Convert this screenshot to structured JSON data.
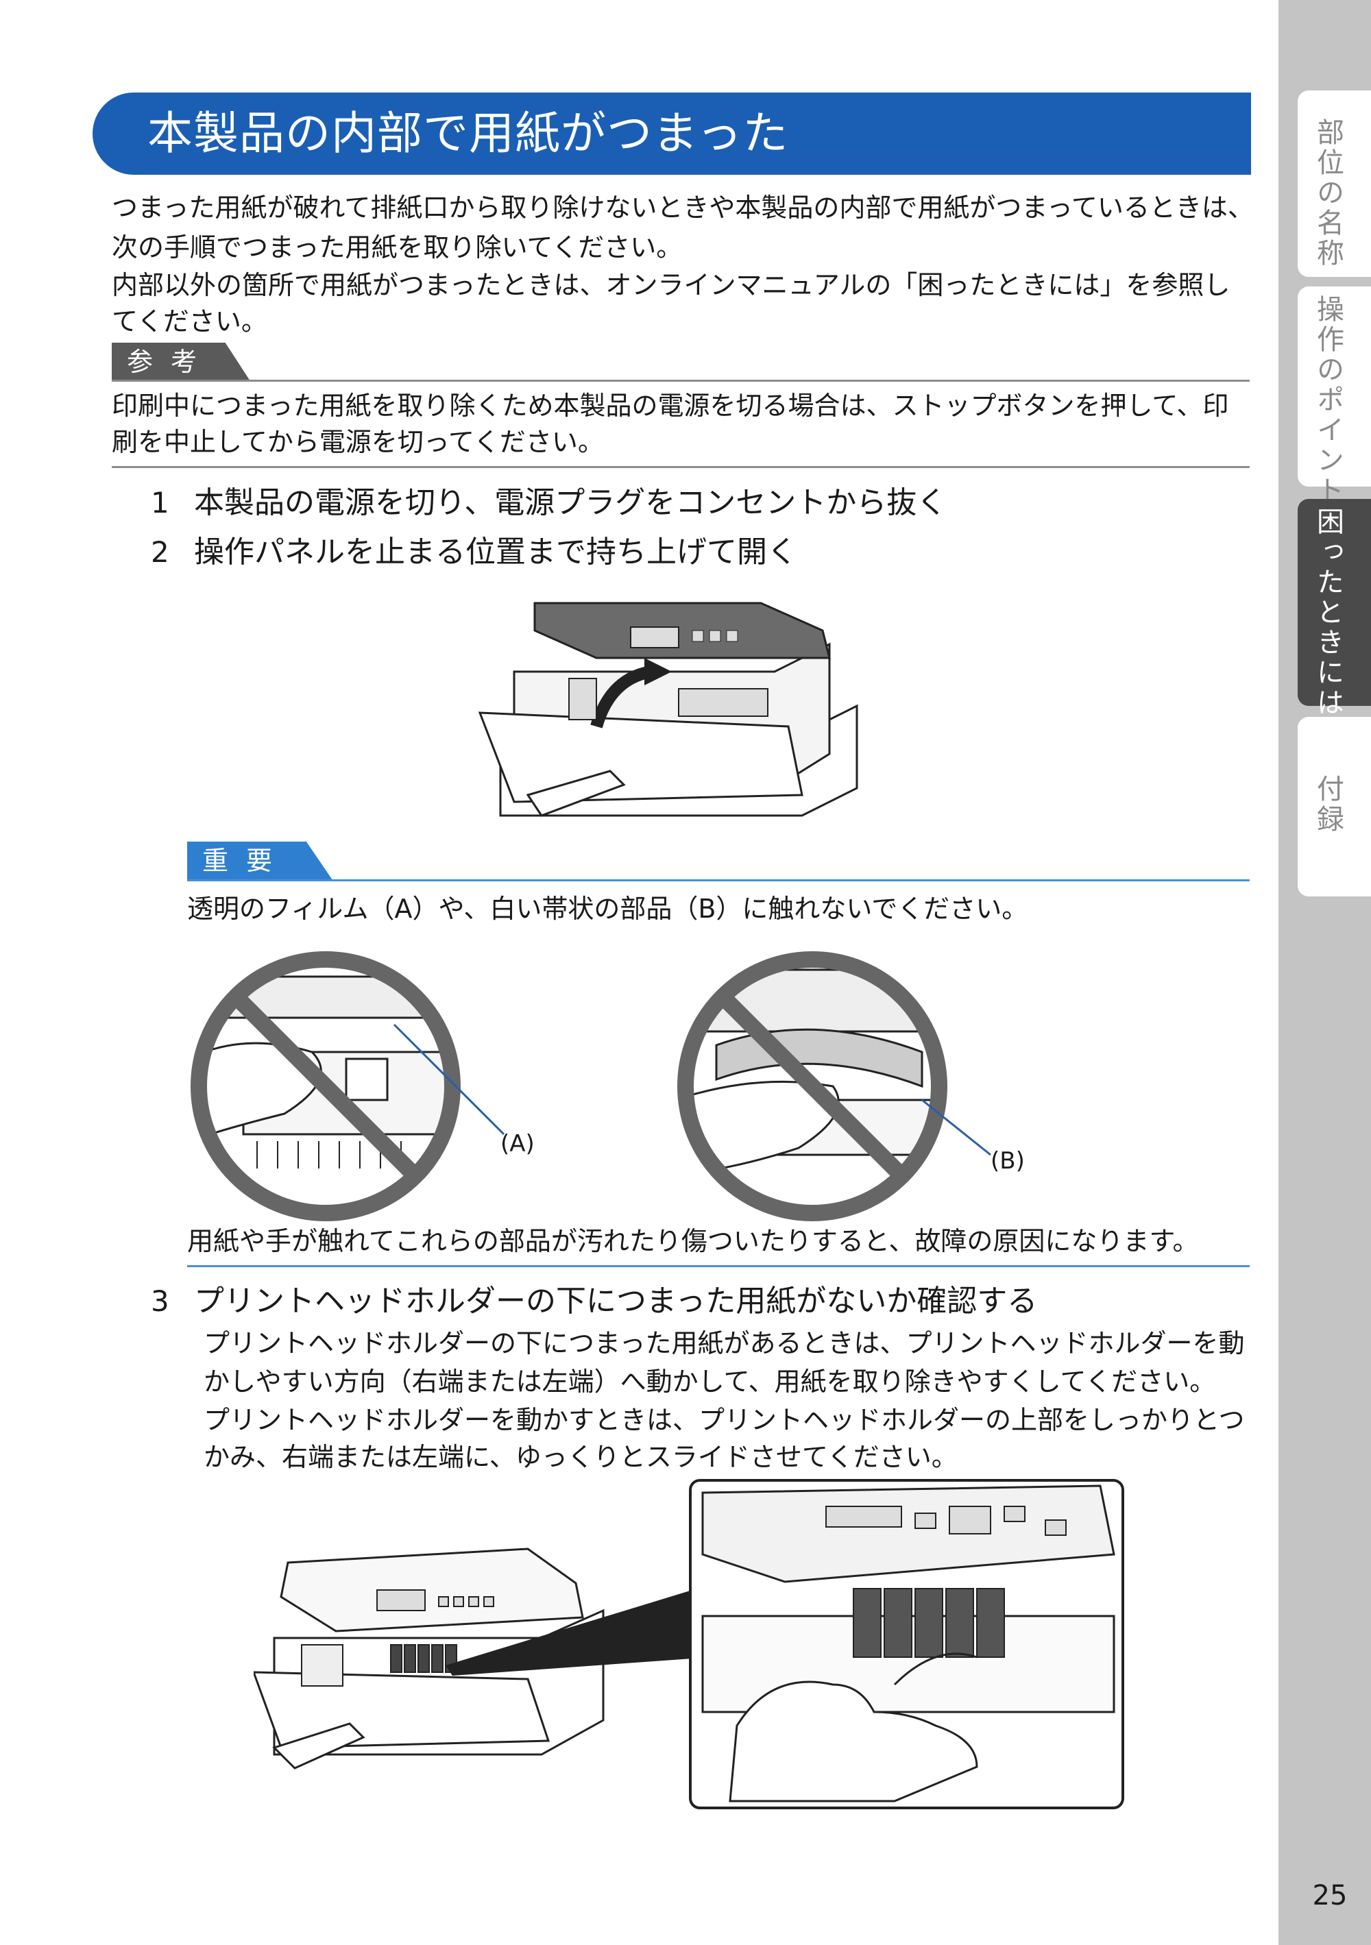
{
  "title": "本製品の内部で用紙がつまった",
  "intro": [
    "つまった用紙が破れて排紙口から取り除けないときや本製品の内部で用紙がつまっているときは、",
    "次の手順でつまった用紙を取り除いてください。",
    "内部以外の箇所で用紙がつまったときは、オンラインマニュアルの「困ったときには」を参照し",
    "てください。"
  ],
  "note": {
    "tag": "参考",
    "lines": [
      "印刷中につまった用紙を取り除くため本製品の電源を切る場合は、ストップボタンを押して、印",
      "刷を中止してから電源を切ってください。"
    ]
  },
  "steps": [
    {
      "num": "1",
      "text": "本製品の電源を切り、電源プラグをコンセントから抜く"
    },
    {
      "num": "2",
      "text": "操作パネルを止まる位置まで持ち上げて開く"
    },
    {
      "num": "3",
      "text": "プリントヘッドホルダーの下につまった用紙がないか確認する"
    }
  ],
  "important": {
    "tag": "重要",
    "text": "透明のフィルム（A）や、白い帯状の部品（B）に触れないでください。",
    "label_a": "(A)",
    "label_b": "(B)",
    "footer": "用紙や手が触れてこれらの部品が汚れたり傷ついたりすると、故障の原因になります。"
  },
  "step3_detail": [
    "プリントヘッドホルダーの下につまった用紙があるときは、プリントヘッドホルダーを動",
    "かしやすい方向（右端または左端）へ動かして、用紙を取り除きやすくしてください。",
    "プリントヘッドホルダーを動かすときは、プリントヘッドホルダーの上部をしっかりとつ",
    "かみ、右端または左端に、ゆっくりとスライドさせてください。"
  ],
  "sidebar": {
    "tabs": [
      {
        "label": "部位の名称",
        "active": false
      },
      {
        "label": "操作のポイント",
        "active": false
      },
      {
        "label": "困ったときには",
        "active": true
      },
      {
        "label": "付録",
        "active": false
      }
    ]
  },
  "page_number": "25",
  "colors": {
    "accent": "#1a5fb4",
    "important": "#2f7fd1",
    "note": "#5a5a5a",
    "sidebar": "#c4c4c4",
    "prohibit": "#666666"
  }
}
